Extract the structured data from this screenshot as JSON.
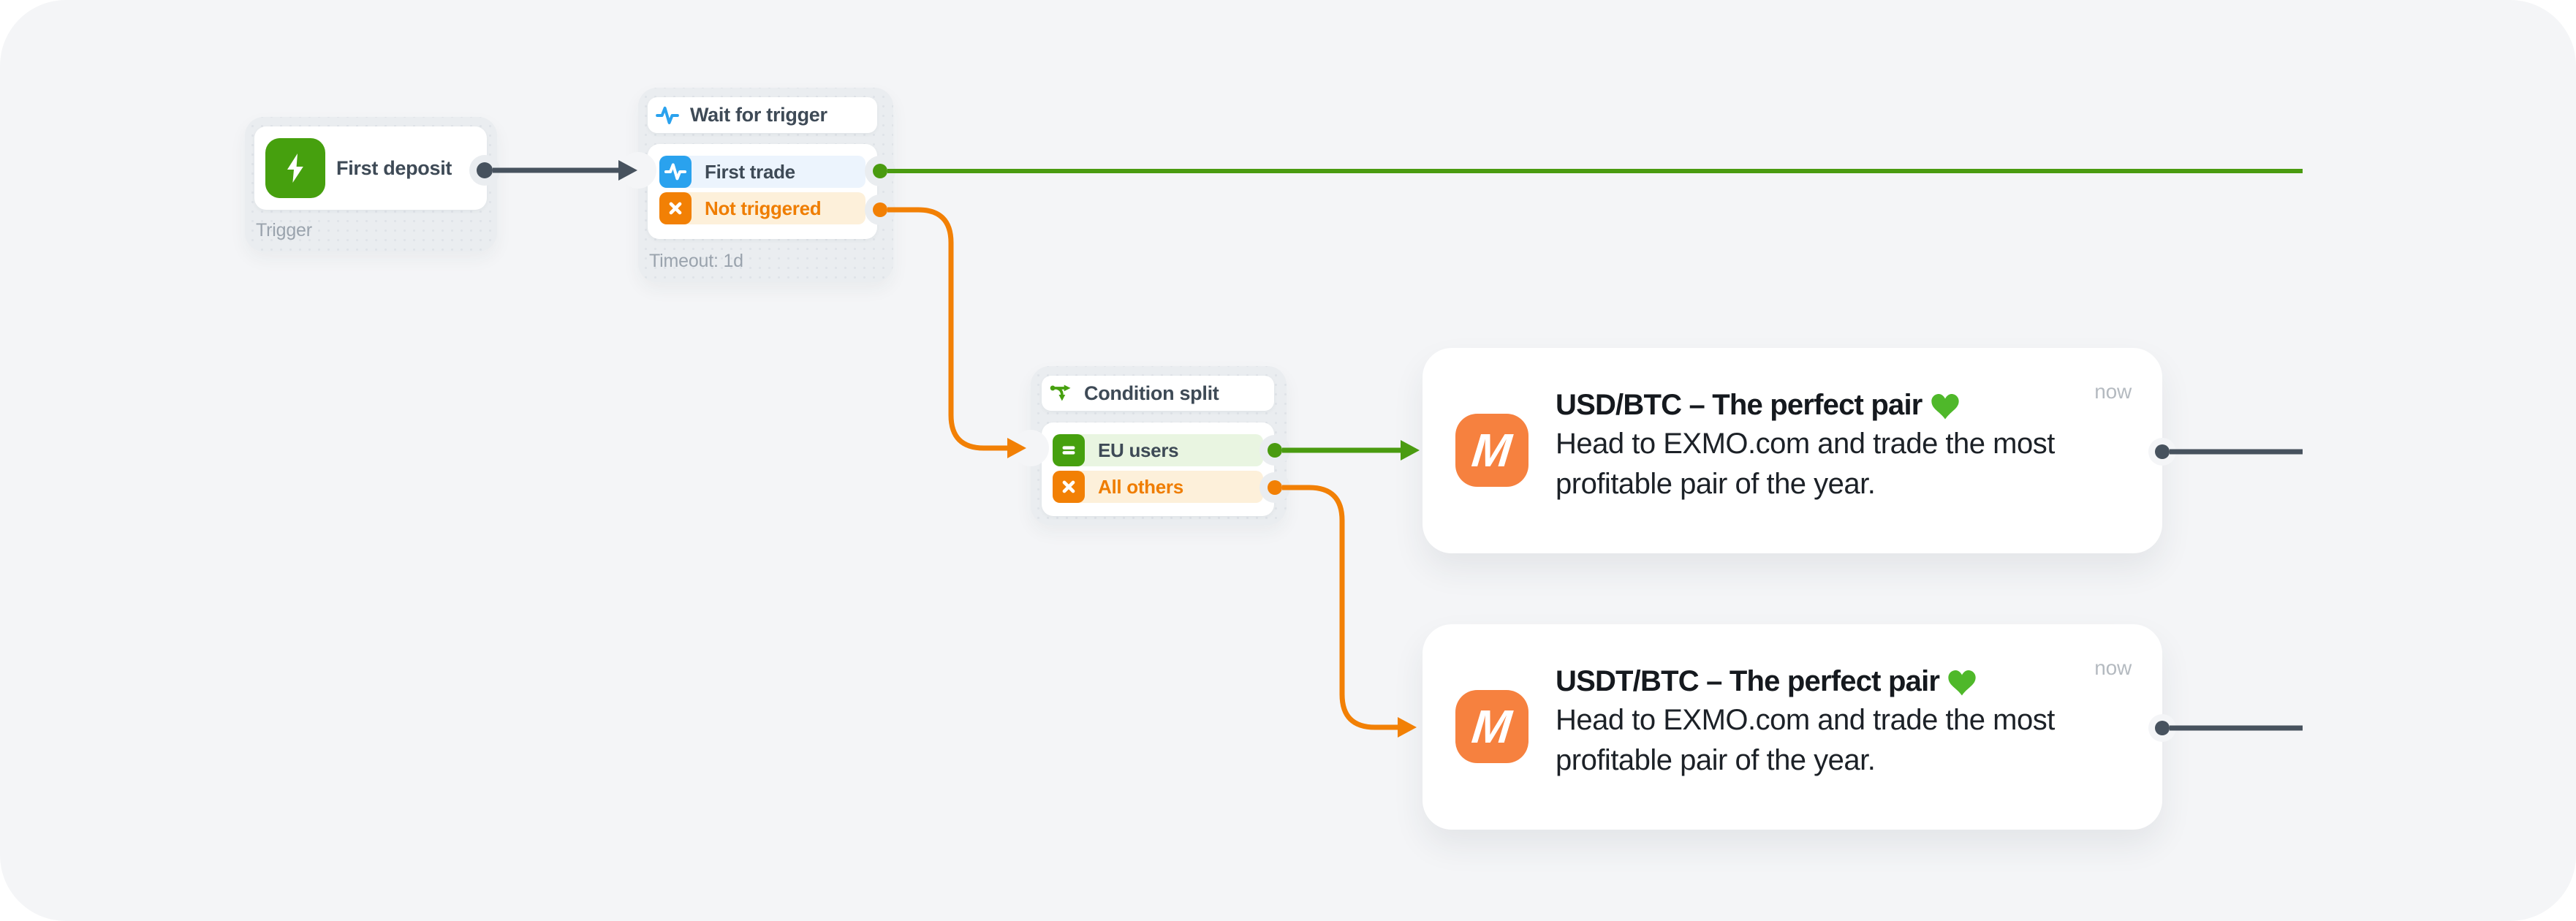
{
  "canvas": {
    "type": "automation-flow-canvas"
  },
  "colors": {
    "canvas_bg": "#f4f5f7",
    "group_bg": "#eaedf0",
    "accent_green": "#4a9b10",
    "accent_blue": "#2aa2ee",
    "accent_orange": "#f28005",
    "connector_dark": "#47525e",
    "row_green_bg": "#e9f5e1",
    "row_blue_bg": "#ecf4fd",
    "row_orange_bg": "#fdf0da",
    "logo_orange": "#f6813f"
  },
  "nodes": {
    "trigger": {
      "label": "First deposit",
      "caption": "Trigger",
      "icon": "lightning-icon"
    },
    "wait": {
      "title": "Wait for trigger",
      "icon": "pulse-icon",
      "caption": "Timeout: 1d",
      "branches": [
        {
          "label": "First trade",
          "icon": "pulse-icon",
          "status": "triggered"
        },
        {
          "label": "Not triggered",
          "icon": "x-icon",
          "status": "not-triggered"
        }
      ]
    },
    "split": {
      "title": "Condition split",
      "icon": "split-icon",
      "branches": [
        {
          "label": "EU users",
          "icon": "equals-icon",
          "status": "match"
        },
        {
          "label": "All others",
          "icon": "x-icon",
          "status": "no-match"
        }
      ]
    },
    "message_eu": {
      "logo_letter": "M",
      "title": "USD/BTC – The perfect pair",
      "title_emoji": "💚",
      "body": "Head to EXMO.com and trade the most profitable pair of the year.",
      "timestamp": "now"
    },
    "message_others": {
      "logo_letter": "M",
      "title": "USDT/BTC – The perfect pair",
      "title_emoji": "💚",
      "body": "Head to EXMO.com and trade the most profitable pair of the year.",
      "timestamp": "now"
    }
  }
}
